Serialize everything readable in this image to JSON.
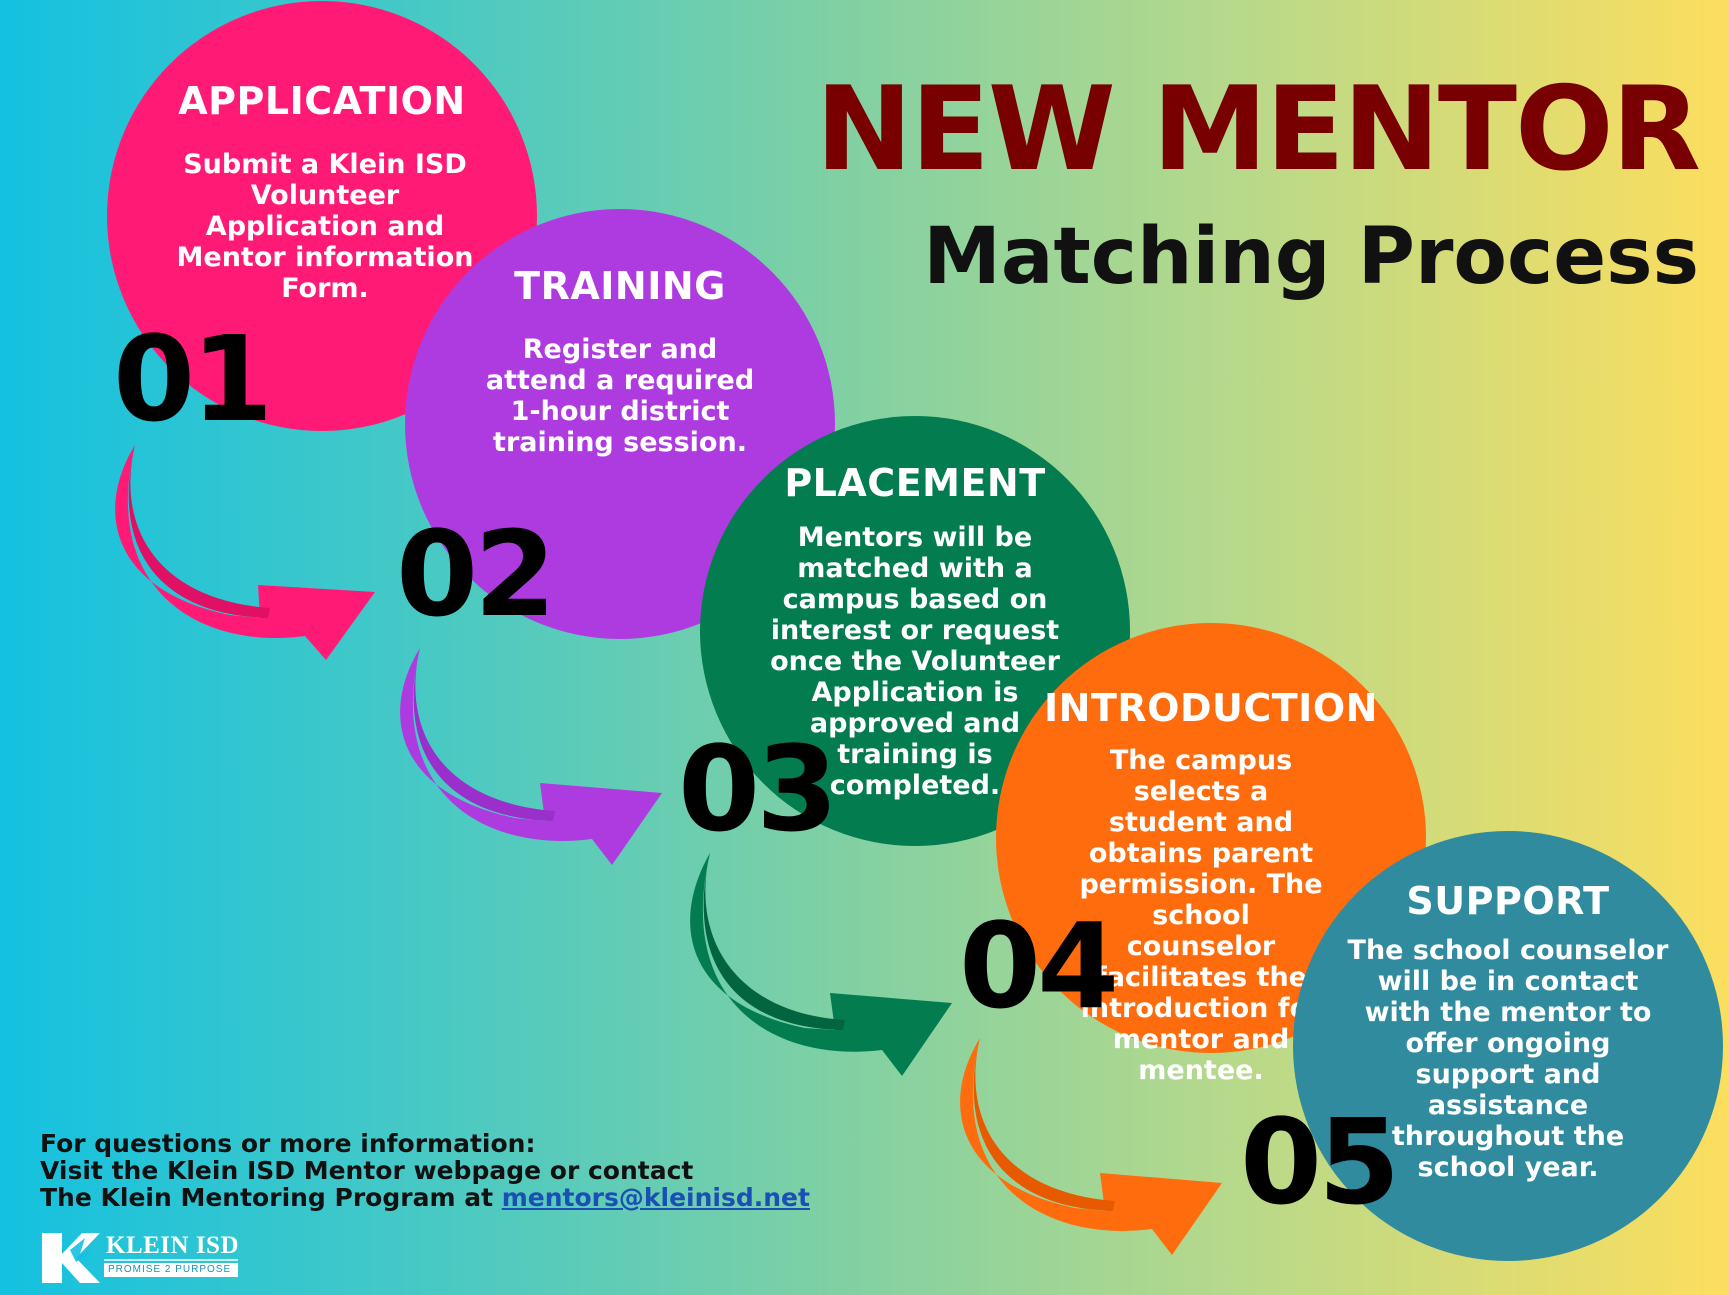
{
  "title": {
    "main": "NEW MENTOR",
    "sub": "Matching Process"
  },
  "steps": [
    {
      "number": "01",
      "title": "APPLICATION",
      "description": "Submit a Klein ISD Volunteer Application and Mentor information Form.",
      "color": "#ff1a75"
    },
    {
      "number": "02",
      "title": "TRAINING",
      "description": "Register and attend a required 1-hour district training session.",
      "color": "#ae3be0"
    },
    {
      "number": "03",
      "title": "PLACEMENT",
      "description": "Mentors will be matched with a campus based on interest or request once the Volunteer Application is approved and training is completed.",
      "color": "#037c4f"
    },
    {
      "number": "04",
      "title": "INTRODUCTION",
      "description": "The campus selects a student and obtains parent permission.  The school counselor facilitates the introduction for mentor and mentee.",
      "color": "#ff6c0d"
    },
    {
      "number": "05",
      "title": "SUPPORT",
      "description": "The school counselor will be in contact with the mentor to offer ongoing support and assistance throughout the school year.",
      "color": "#308b9e"
    }
  ],
  "footer": {
    "line1": "For questions or more information:",
    "line2": "Visit the Klein ISD Mentor webpage or contact",
    "line3_prefix": "The Klein Mentoring Program at ",
    "email": "mentors@kleinisd.net"
  },
  "logo": {
    "name": "KLEIN ISD",
    "tagline": "PROMISE 2 PURPOSE"
  }
}
